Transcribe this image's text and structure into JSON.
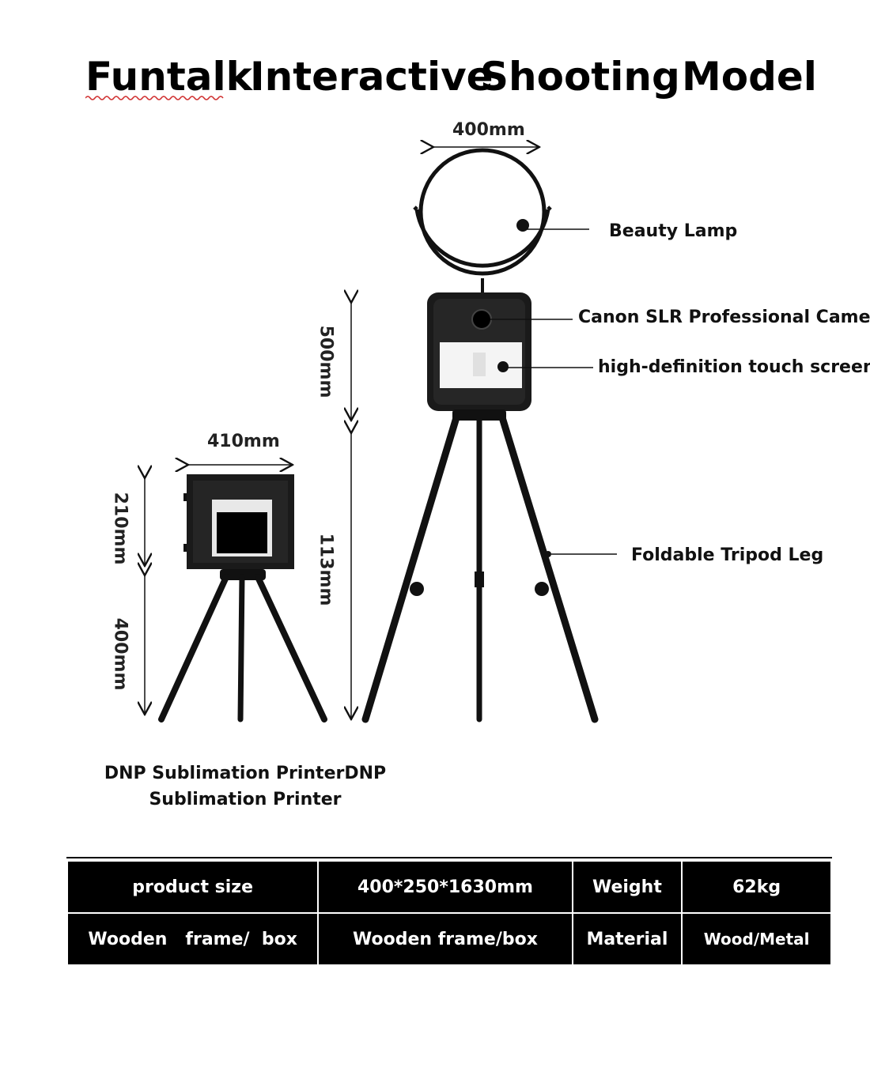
{
  "title": {
    "words": [
      "Funtalk",
      "Interactive",
      "Shooting",
      "Model"
    ]
  },
  "dimensions": {
    "lamp_width": "400mm",
    "head_height": "500mm",
    "stand_height": "113mm",
    "printer_width": "410mm",
    "printer_height": "210mm",
    "printer_stand_height": "400mm"
  },
  "callouts": {
    "beauty_lamp": "Beauty Lamp",
    "camera": "Canon SLR Professional Camera",
    "touch_screen": "high-definition touch screen",
    "tripod_leg": "Foldable Tripod Leg"
  },
  "printer_caption": {
    "line1": "DNP Sublimation PrinterDNP",
    "line2": "Sublimation Printer"
  },
  "spec_table": {
    "rows": [
      [
        "product size",
        "400*250*1630mm",
        "Weight",
        "62kg"
      ],
      [
        "Wooden   frame/  box",
        "Wooden frame/box",
        "Material",
        "Wood/Metal"
      ]
    ]
  },
  "colors": {
    "device": "#1a1a1a",
    "table_bg": "#000000",
    "table_text": "#ffffff",
    "spellcheck": "#d03030"
  }
}
